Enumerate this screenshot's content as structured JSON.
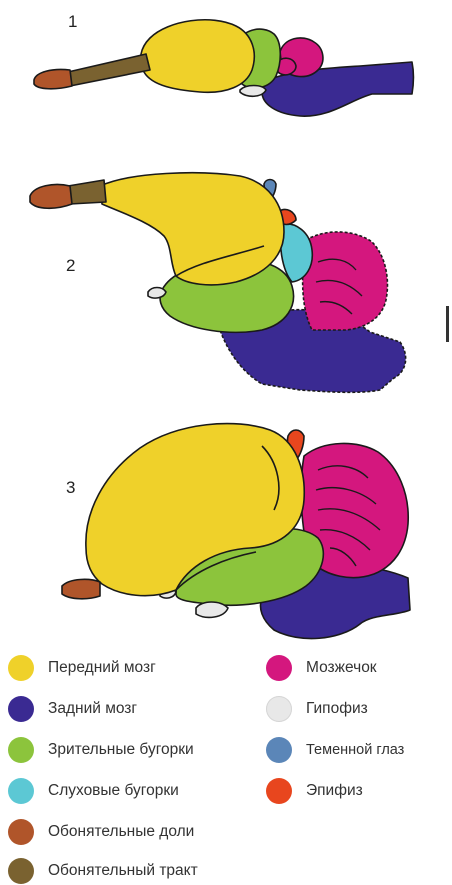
{
  "diagram": {
    "numbers": [
      "1",
      "2",
      "3"
    ]
  },
  "legend": {
    "left": [
      {
        "label": "Передний мозг",
        "color": "#efd12a",
        "icon": "forebrain-dot"
      },
      {
        "label": "Задний мозг",
        "color": "#3a2a92",
        "icon": "hindbrain-dot"
      },
      {
        "label": "Зрительные бугорки",
        "color": "#8cc43c",
        "icon": "optic-lobes-dot"
      },
      {
        "label": "Слуховые бугорки",
        "color": "#5cc8d4",
        "icon": "auditory-lobes-dot"
      },
      {
        "label": "Обонятельные доли",
        "color": "#b0552a",
        "icon": "olfactory-lobes-dot"
      },
      {
        "label": "Обонятельный тракт",
        "color": "#7a6230",
        "icon": "olfactory-tract-dot"
      }
    ],
    "right": [
      {
        "label": "Мозжечок",
        "color": "#d4177e",
        "icon": "cerebellum-dot"
      },
      {
        "label": "Гипофиз",
        "color": "#e8e8e8",
        "icon": "pituitary-dot"
      },
      {
        "label": "Теменной глаз",
        "color": "#5b86b8",
        "icon": "parietal-eye-dot"
      },
      {
        "label": "Эпифиз",
        "color": "#e8461e",
        "icon": "pineal-dot"
      }
    ]
  }
}
